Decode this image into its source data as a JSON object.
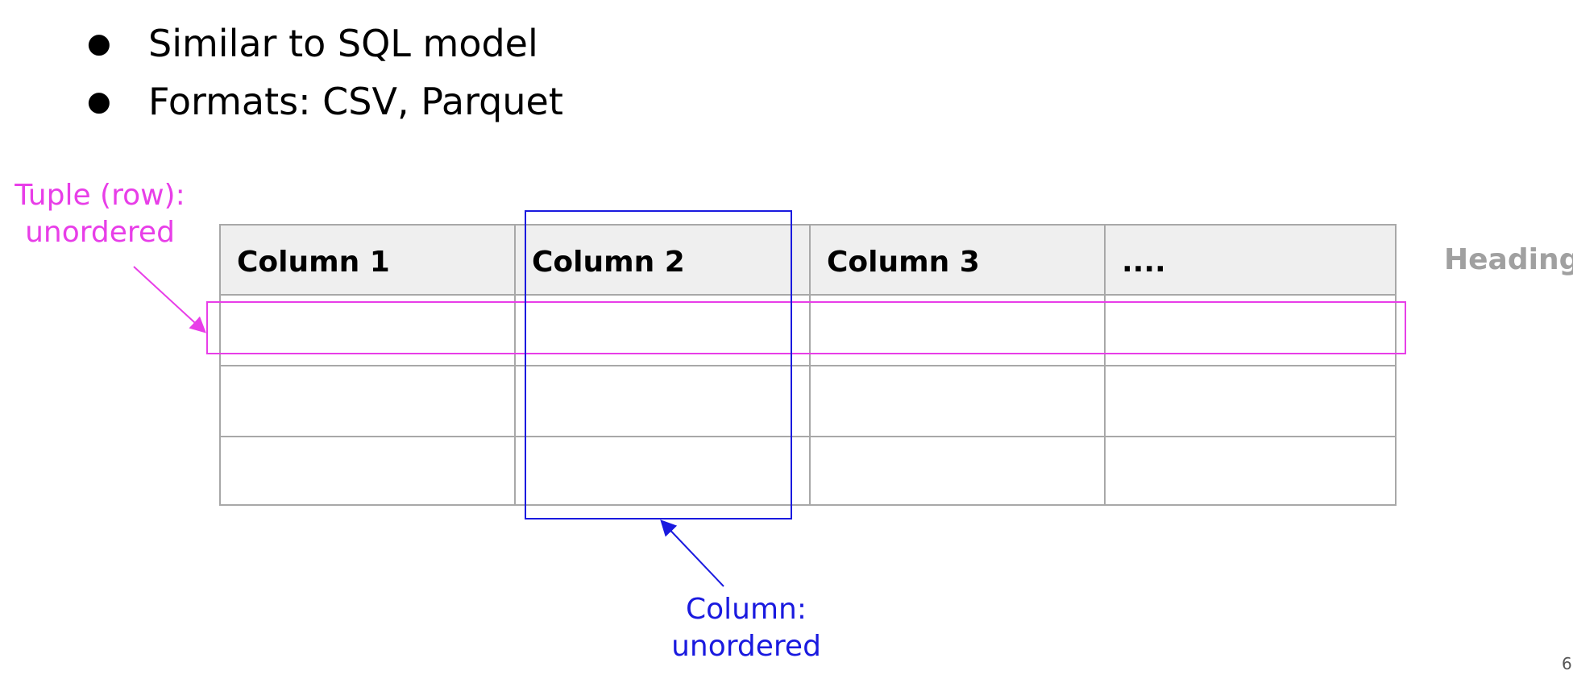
{
  "bullets": [
    {
      "text": "Similar to SQL model"
    },
    {
      "text": "Formats: CSV, Parquet"
    }
  ],
  "table": {
    "headers": [
      "Column 1",
      "Column 2",
      "Column 3",
      "...."
    ],
    "body_rows": 3,
    "header_background": "#efefef",
    "border_color": "#a8a8a8"
  },
  "side_label": {
    "text": "Heading",
    "color": "#a0a0a0"
  },
  "annotations": {
    "row": {
      "line1": "Tuple (row):",
      "line2": "unordered",
      "color": "#e83ee8"
    },
    "column": {
      "line1": "Column:",
      "line2": "unordered",
      "color": "#1a1adf"
    }
  },
  "page_number": "6"
}
